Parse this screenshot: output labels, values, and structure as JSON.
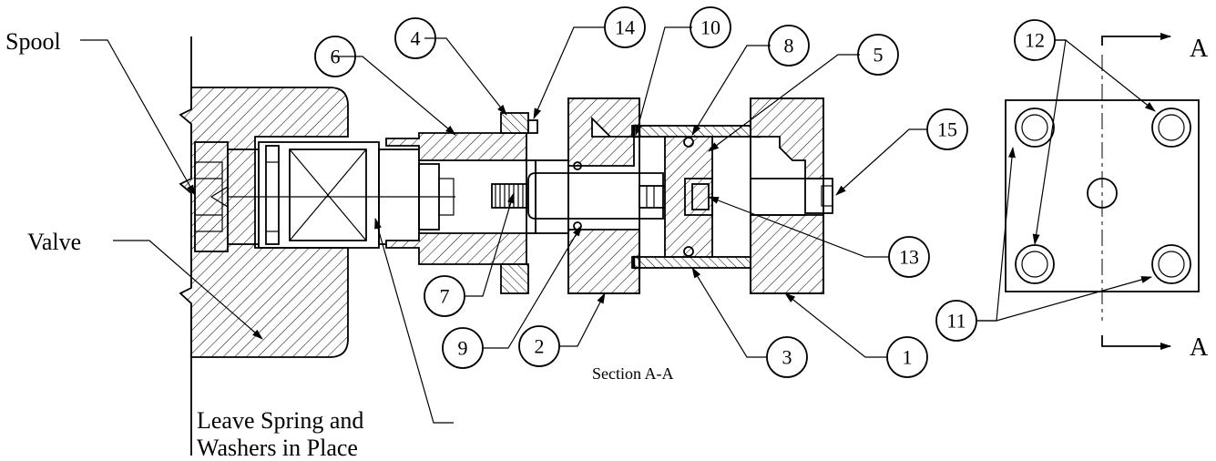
{
  "labels": {
    "spool": "Spool",
    "valve": "Valve",
    "leave_line1": "Leave Spring and",
    "leave_line2": "Washers in Place",
    "section_title": "Section A-A",
    "section_mark_top": "A",
    "section_mark_bottom": "A"
  },
  "callouts": {
    "c1": "1",
    "c2": "2",
    "c3": "3",
    "c4": "4",
    "c5": "5",
    "c6": "6",
    "c7": "7",
    "c8": "8",
    "c9": "9",
    "c10": "10",
    "c11": "11",
    "c12": "12",
    "c13": "13",
    "c14": "14",
    "c15": "15"
  }
}
